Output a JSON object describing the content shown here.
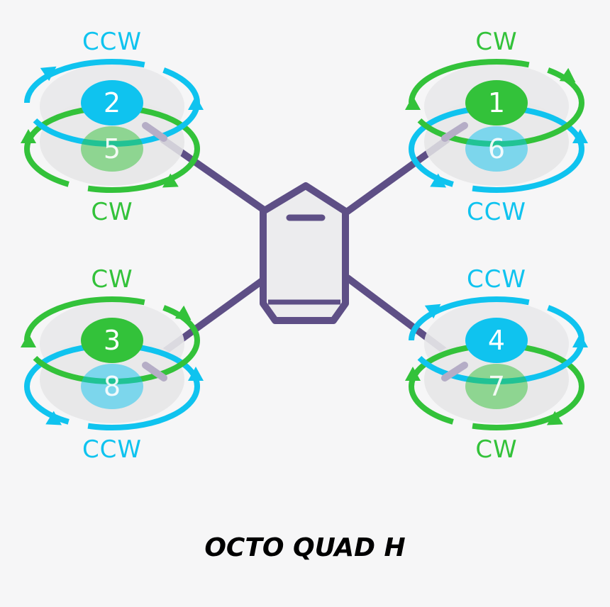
{
  "title": "OCTO QUAD H",
  "colors": {
    "cw": "#33c23a",
    "ccw": "#0fc3ef",
    "frame": "#5e4f86",
    "frame_fill": "#ececee",
    "background": "#f6f6f7",
    "prop_disc": "#e5e5e6"
  },
  "motors": [
    {
      "number": "1",
      "direction": "CW",
      "layer": "top",
      "position": "front-right"
    },
    {
      "number": "2",
      "direction": "CCW",
      "layer": "top",
      "position": "front-left"
    },
    {
      "number": "3",
      "direction": "CW",
      "layer": "top",
      "position": "rear-left"
    },
    {
      "number": "4",
      "direction": "CCW",
      "layer": "top",
      "position": "rear-right"
    },
    {
      "number": "5",
      "direction": "CW",
      "layer": "bottom",
      "position": "front-left"
    },
    {
      "number": "6",
      "direction": "CCW",
      "layer": "bottom",
      "position": "front-right"
    },
    {
      "number": "7",
      "direction": "CW",
      "layer": "bottom",
      "position": "rear-right"
    },
    {
      "number": "8",
      "direction": "CCW",
      "layer": "bottom",
      "position": "rear-left"
    }
  ],
  "direction_labels": {
    "front-left": {
      "top": "CCW",
      "bottom": "CW"
    },
    "front-right": {
      "top": "CW",
      "bottom": "CCW"
    },
    "rear-left": {
      "top": "CW",
      "bottom": "CCW"
    },
    "rear-right": {
      "top": "CCW",
      "bottom": "CW"
    }
  }
}
